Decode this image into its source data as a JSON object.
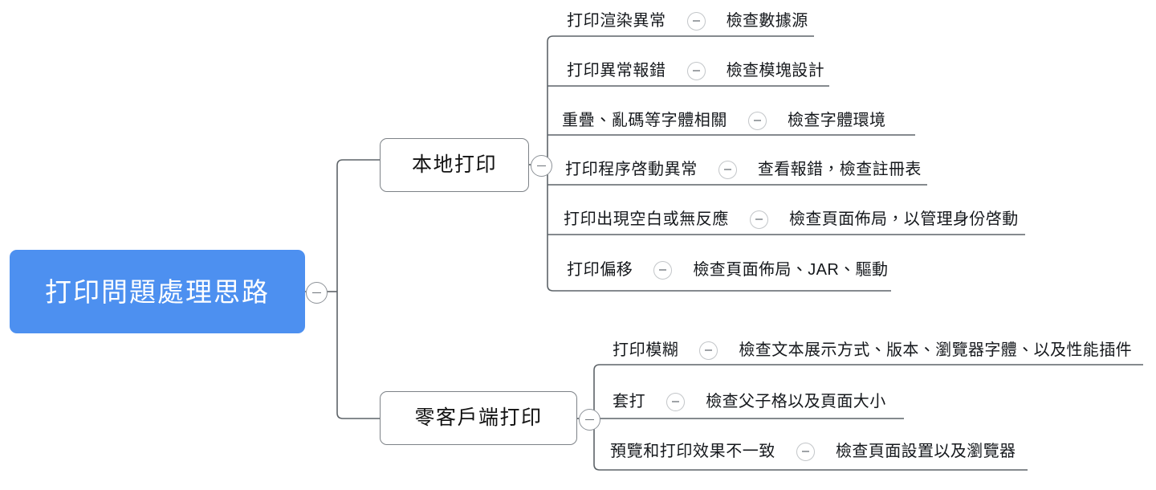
{
  "diagram": {
    "type": "mind-map",
    "title": "打印問題處理思路",
    "orientation": "left-to-right",
    "accent_color": "#4d90f0",
    "node_border_color": "#7d8287",
    "connector_color": "#5d6368",
    "text_color": "#15181c",
    "root": {
      "label": "打印問題處理思路",
      "toggle_icon": "collapse-minus-icon"
    },
    "branches": [
      {
        "id": "local-print",
        "label": "本地打印",
        "toggle_icon": "collapse-minus-icon",
        "leaves": [
          {
            "label": "打印渲染異常",
            "action": "檢查數據源",
            "toggle_icon": "collapse-minus-icon"
          },
          {
            "label": "打印異常報錯",
            "action": "檢查模塊設計",
            "toggle_icon": "collapse-minus-icon"
          },
          {
            "label": "重疊、亂碼等字體相關",
            "action": "檢查字體環境",
            "toggle_icon": "collapse-minus-icon"
          },
          {
            "label": "打印程序啓動異常",
            "action": "查看報錯，檢查註冊表",
            "toggle_icon": "collapse-minus-icon"
          },
          {
            "label": "打印出現空白或無反應",
            "action": "檢查頁面佈局，以管理身份啓動",
            "toggle_icon": "collapse-minus-icon"
          },
          {
            "label": "打印偏移",
            "action": "檢查頁面佈局、JAR、驅動",
            "toggle_icon": "collapse-minus-icon"
          }
        ]
      },
      {
        "id": "zero-client-print",
        "label": "零客戶端打印",
        "toggle_icon": "collapse-minus-icon",
        "leaves": [
          {
            "label": "打印模糊",
            "action": "檢查文本展示方式、版本、瀏覽器字體、以及性能插件",
            "toggle_icon": "collapse-minus-icon"
          },
          {
            "label": "套打",
            "action": "檢查父子格以及頁面大小",
            "toggle_icon": "collapse-minus-icon"
          },
          {
            "label": "預覽和打印效果不一致",
            "action": "檢查頁面設置以及瀏覽器",
            "toggle_icon": "collapse-minus-icon"
          }
        ]
      }
    ]
  }
}
